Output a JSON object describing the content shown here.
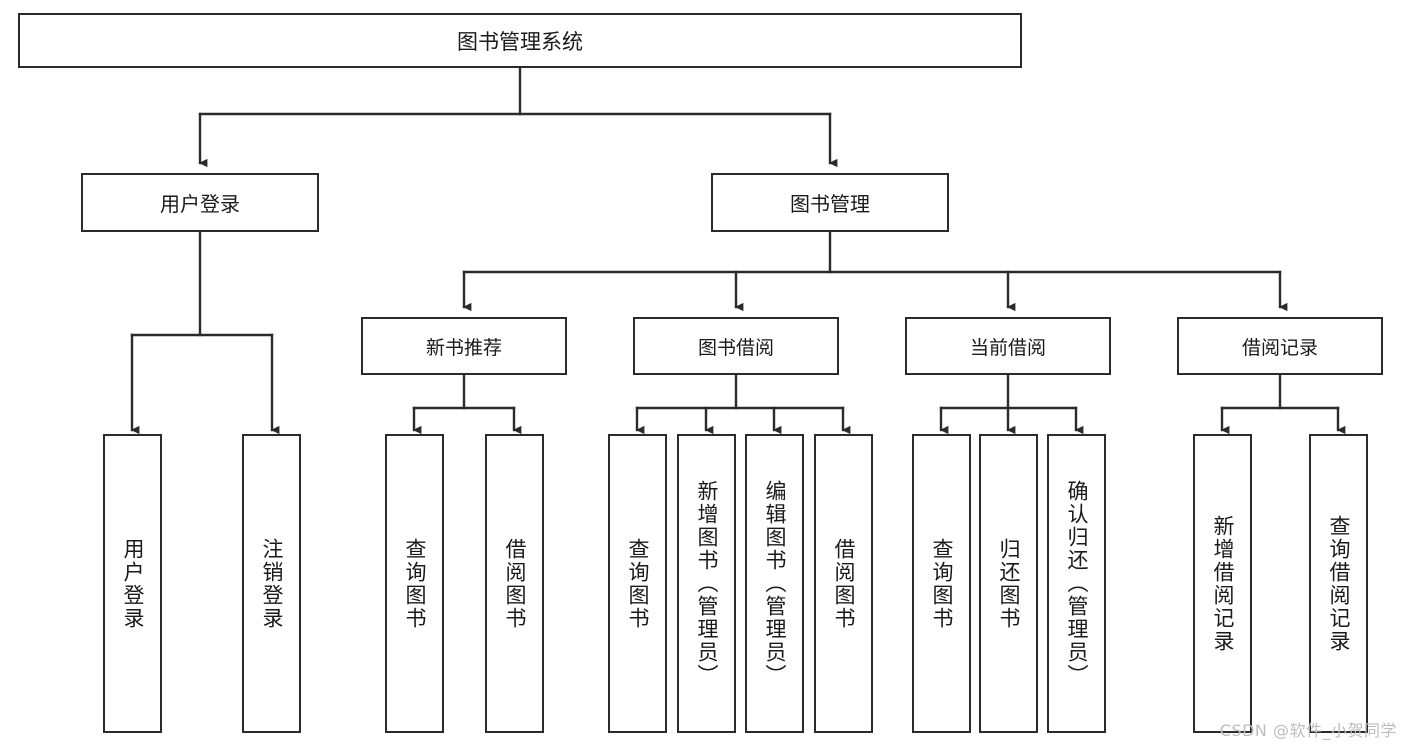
{
  "diagram": {
    "title": "图书管理系统",
    "type": "hierarchy-tree",
    "line_color": "#2b2b2b",
    "box_fill": "#ffffff",
    "text_color": "#1a1a1a",
    "nodes": {
      "root": {
        "label": "图书管理系统"
      },
      "level1": [
        {
          "id": "user-login",
          "label": "用户登录"
        },
        {
          "id": "book-manage",
          "label": "图书管理"
        }
      ],
      "level2": [
        {
          "id": "new-book-rec",
          "label": "新书推荐"
        },
        {
          "id": "book-borrow",
          "label": "图书借阅"
        },
        {
          "id": "current-borrow",
          "label": "当前借阅"
        },
        {
          "id": "borrow-record",
          "label": "借阅记录"
        }
      ],
      "leaves": {
        "user_login": [
          {
            "id": "leaf-user-login",
            "label": "用户登录"
          },
          {
            "id": "leaf-logout",
            "label": "注销登录"
          }
        ],
        "new_book_rec": [
          {
            "id": "leaf-query-book-1",
            "label": "查询图书"
          },
          {
            "id": "leaf-borrow-book-1",
            "label": "借阅图书"
          }
        ],
        "book_borrow": [
          {
            "id": "leaf-query-book-2",
            "label": "查询图书"
          },
          {
            "id": "leaf-add-book",
            "label": "新增图书（管理员）"
          },
          {
            "id": "leaf-edit-book",
            "label": "编辑图书（管理员）"
          },
          {
            "id": "leaf-borrow-book-2",
            "label": "借阅图书"
          }
        ],
        "current_borrow": [
          {
            "id": "leaf-query-book-3",
            "label": "查询图书"
          },
          {
            "id": "leaf-return-book",
            "label": "归还图书"
          },
          {
            "id": "leaf-confirm-return",
            "label": "确认归还（管理员）"
          }
        ],
        "borrow_record": [
          {
            "id": "leaf-add-record",
            "label": "新增借阅记录"
          },
          {
            "id": "leaf-query-record",
            "label": "查询借阅记录"
          }
        ]
      }
    }
  },
  "watermark": {
    "text": "CSDN @软件_小贺同学"
  }
}
